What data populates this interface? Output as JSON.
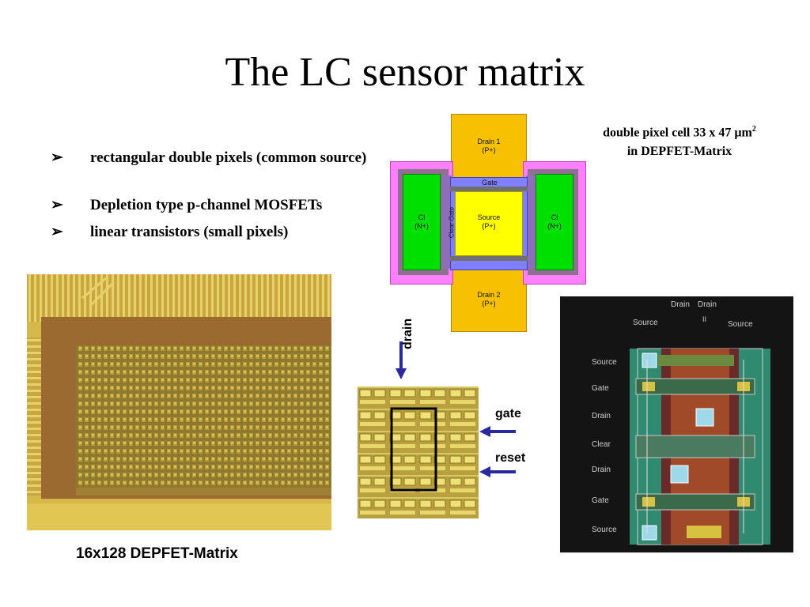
{
  "slide": {
    "title": "The LC sensor matrix",
    "bullets": [
      {
        "marker": "➢",
        "text": "rectangular double pixels (common source)"
      },
      {
        "marker": "➢",
        "text": "Depletion type p-channel MOSFETs"
      },
      {
        "marker": "➢",
        "text": "linear transistors (small pixels)"
      }
    ],
    "caption_cell_line1": "double pixel cell 33 x 47 µm",
    "caption_cell_sup": "2",
    "caption_cell_line2": "in DEPFET-Matrix",
    "caption_matrix": "16x128 DEPFET-Matrix"
  },
  "cell_diagram": {
    "drain1_line1": "Drain 1",
    "drain1_line2": "(P+)",
    "drain2_line1": "Drain 2",
    "drain2_line2": "(P+)",
    "gate": "Gate",
    "source_line1": "Source",
    "source_line2": "(P+)",
    "clear_gate": "Clear-Gate",
    "cl_left_line1": "Cl",
    "cl_left_line2": "(N+)",
    "cl_right_line1": "Cl",
    "cl_right_line2": "(N+)",
    "colors": {
      "drain": "#f7c000",
      "source": "#ffff00",
      "gate": "#8080ff",
      "clear": "#00e000",
      "clear_frame": "#ff80ff"
    }
  },
  "micro": {
    "drain_label": "drain",
    "gate_label": "gate",
    "reset_label": "reset",
    "arrow_color": "#2a2aa0"
  },
  "layout_panel": {
    "top_labels": {
      "drain_a": "Drain",
      "drain_b": "Drain",
      "roman": "II",
      "source_left": "Source",
      "source_right": "Source"
    },
    "row_labels": [
      "Source",
      "Gate",
      "Drain",
      "Clear",
      "Drain",
      "Gate",
      "Source"
    ]
  }
}
